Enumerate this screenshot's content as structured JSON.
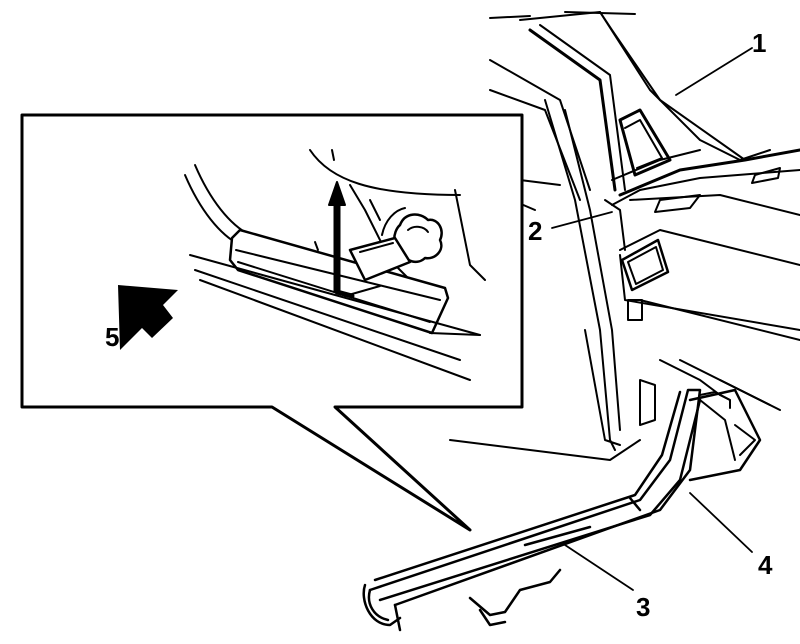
{
  "callouts": [
    {
      "id": "1",
      "label": "1"
    },
    {
      "id": "2",
      "label": "2"
    },
    {
      "id": "3",
      "label": "3"
    },
    {
      "id": "4",
      "label": "4"
    },
    {
      "id": "5",
      "label": "5"
    }
  ],
  "colors": {
    "line": "#000000",
    "fill": "#ffffff",
    "shade": "#f2f2f2"
  }
}
